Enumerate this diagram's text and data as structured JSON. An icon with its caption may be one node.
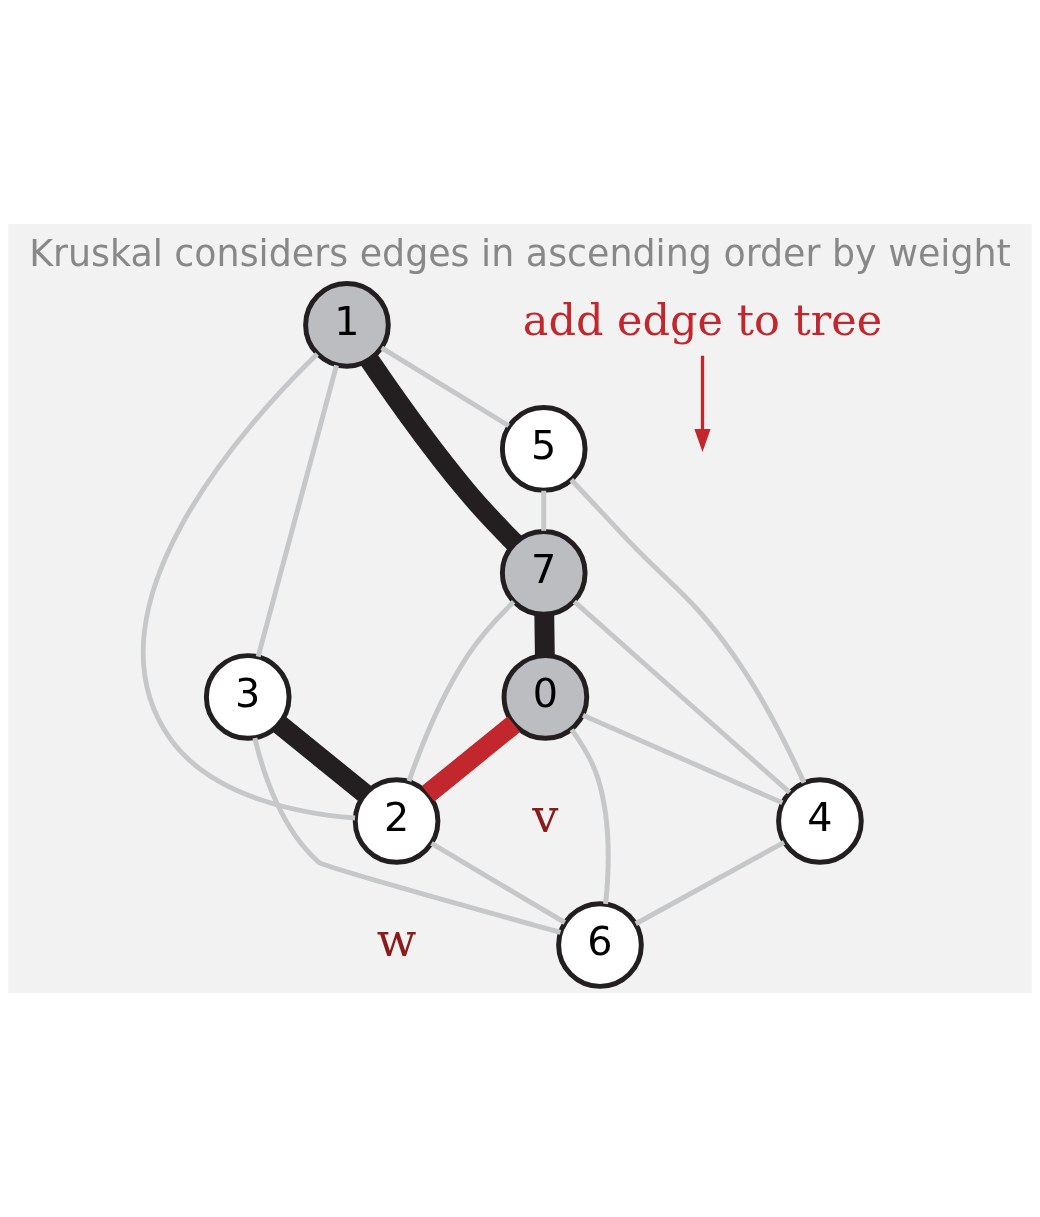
{
  "diagram": {
    "title": "Kruskal considers edges in ascending order by weight",
    "nodes": [
      {
        "text": [
          "0"
        ],
        "beside": [
          "v"
        ]
      },
      {
        "text": [
          "1"
        ]
      },
      {
        "text": [
          "2"
        ],
        "beside": [
          "w"
        ]
      },
      {
        "text": [
          "3"
        ]
      },
      {
        "text": [
          "4"
        ]
      },
      {
        "text": [
          "5"
        ]
      },
      {
        "text": [
          "6"
        ]
      },
      {
        "text": [
          "7"
        ]
      },
      {
        "text": [
          "add edge to tree"
        ]
      }
    ],
    "edges": [
      {
        "from": 1,
        "to": 5,
        "arrow": "none"
      },
      {
        "from": 1,
        "to": 3,
        "arrow": "none"
      },
      {
        "from": 1,
        "to": 2,
        "arrow": "none"
      },
      {
        "from": 1,
        "to": 7,
        "arrow": "none",
        "style": "thick",
        "color": "#231f20"
      },
      {
        "from": 5,
        "to": 7,
        "arrow": "none"
      },
      {
        "from": 5,
        "to": 4,
        "arrow": "none"
      },
      {
        "from": 7,
        "to": 2,
        "arrow": "none"
      },
      {
        "from": 7,
        "to": 0,
        "arrow": "none",
        "style": "thick",
        "color": "#231f20"
      },
      {
        "from": 7,
        "to": 4,
        "arrow": "none"
      },
      {
        "from": 3,
        "to": 2,
        "arrow": "none",
        "style": "thick",
        "color": "#231f20"
      },
      {
        "from": 3,
        "to": 6,
        "arrow": "none"
      },
      {
        "from": 2,
        "to": 6,
        "arrow": "none"
      },
      {
        "from": 0,
        "to": 2,
        "arrow": "none",
        "style": "thick",
        "color": "#c1272d"
      },
      {
        "from": 0,
        "to": 4,
        "arrow": "none"
      },
      {
        "from": 0,
        "to": 6,
        "arrow": "none"
      },
      {
        "from": 4,
        "to": 6,
        "arrow": "none"
      },
      {
        "from": 8,
        "to": null,
        "arrow": "to",
        "color": "#c1272d"
      }
    ]
  }
}
